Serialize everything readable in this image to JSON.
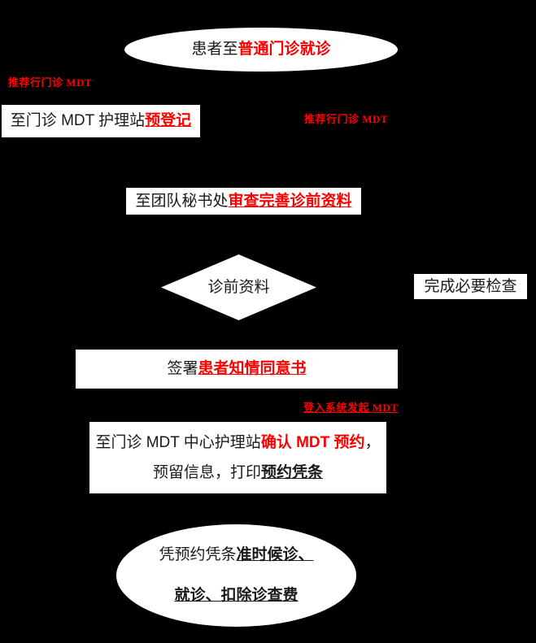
{
  "colors": {
    "background": "#000000",
    "shape_fill": "#ffffff",
    "text": "#1a1a1a",
    "accent_red": "#ff0000"
  },
  "flowchart": {
    "start_ellipse": {
      "prefix": "患者至",
      "highlight": "普通门诊就诊"
    },
    "annotation_left": "推荐行门诊 MDT",
    "annotation_right": "推荐行门诊 MDT",
    "prereg_box": {
      "prefix": "至门诊 MDT 护理站",
      "highlight": "预登记"
    },
    "secretary_box": {
      "prefix": "至团队秘书处",
      "highlight": "审查完善诊前资料"
    },
    "decision_diamond": {
      "label": "诊前资料"
    },
    "checks_box": {
      "label": "完成必要检查"
    },
    "consent_box": {
      "prefix": "签署",
      "highlight": "患者知情同意书"
    },
    "annotation_system": "登入系统发起 MDT",
    "confirm_box": {
      "line1_prefix": "至门诊 MDT 中心护理站",
      "line1_highlight": "确认 MDT 预约",
      "line1_suffix": "，",
      "line2_prefix": "预留信息，打印",
      "line2_highlight": "预约凭条"
    },
    "end_ellipse": {
      "line1_prefix": "凭预约凭条",
      "line1_highlight": "准时候诊、",
      "line2_highlight": "就诊、扣除诊查费"
    }
  }
}
